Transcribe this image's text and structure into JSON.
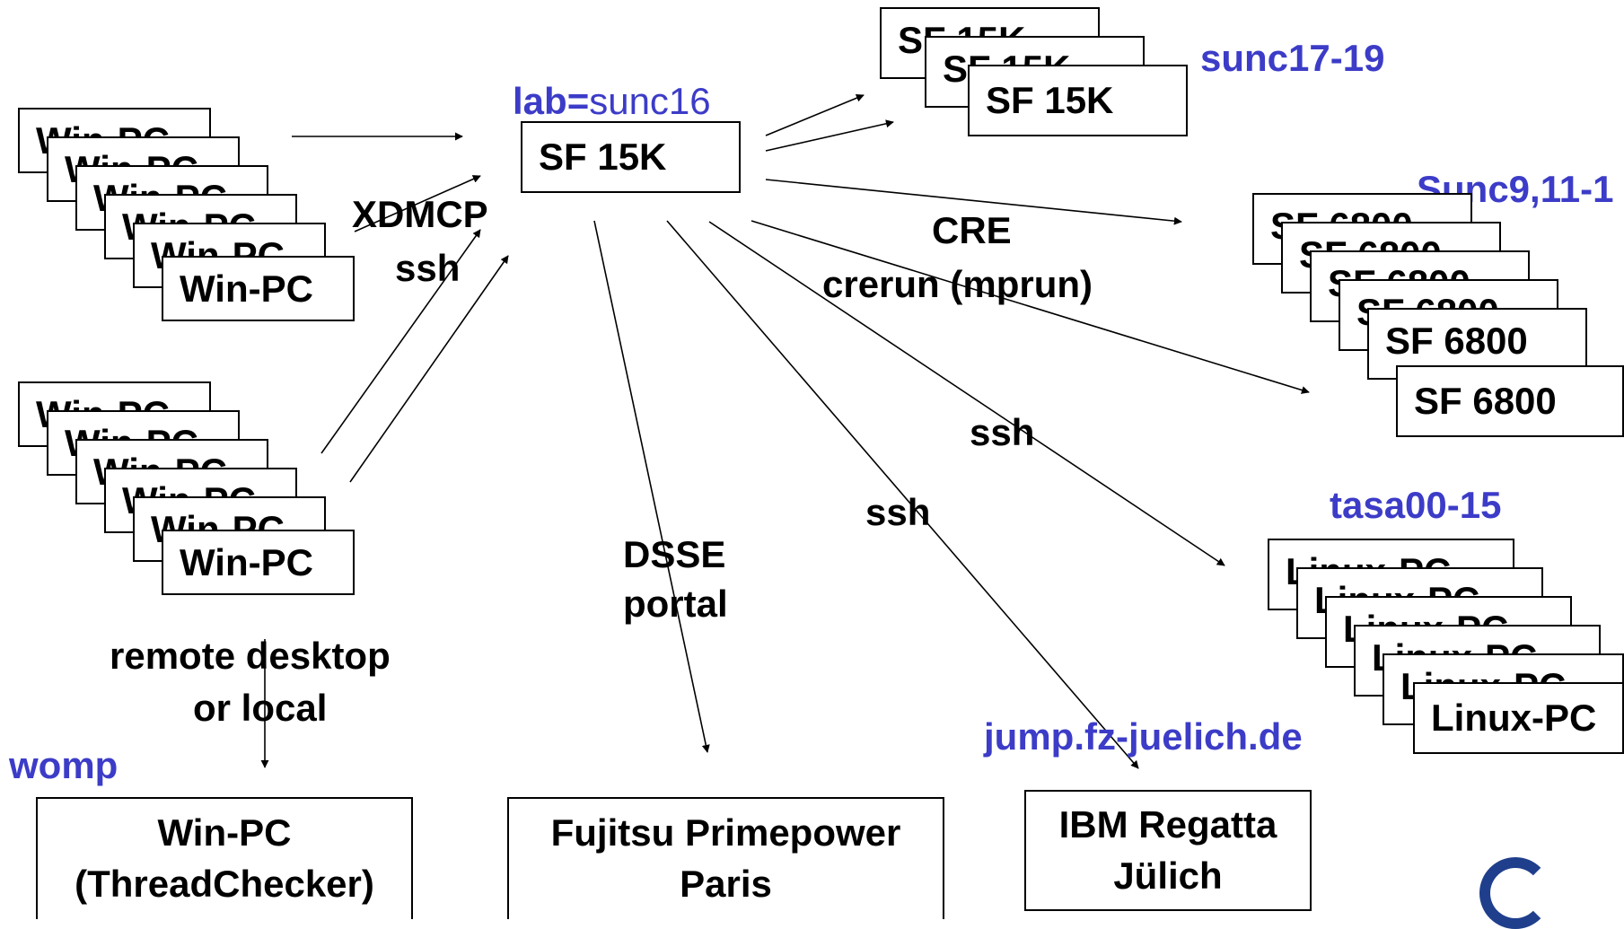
{
  "nodes": {
    "sf15k_main": "SF 15K",
    "sf15k_cluster": [
      "SF 15K",
      "SF 15K",
      "SF 15K"
    ],
    "sf6800_cluster": [
      "SF 6800",
      "SF 6800",
      "SF 6800",
      "SF 6800",
      "SF 6800",
      "SF 6800"
    ],
    "winpc_group_top": [
      "Win-PC",
      "Win-PC",
      "Win-PC",
      "Win-PC",
      "Win-PC",
      "Win-PC"
    ],
    "winpc_group_bottom": [
      "Win-PC",
      "Win-PC",
      "Win-PC",
      "Win-PC",
      "Win-PC",
      "Win-PC"
    ],
    "linux_cluster": [
      "Linux-PC",
      "Linux-PC",
      "Linux-PC",
      "Linux-PC",
      "Linux-PC",
      "Linux-PC"
    ],
    "winpc_threadchecker": [
      "Win-PC",
      "(ThreadChecker)"
    ],
    "fujitsu": [
      "Fujitsu Primepower",
      "Paris"
    ],
    "ibm": [
      "IBM Regatta",
      "Jülich"
    ]
  },
  "hostnames": {
    "lab_key": "lab",
    "lab_eq": "=",
    "lab_value": "sunc16",
    "sunc": "sunc17-19",
    "sunc9": "Sunc9,11-1",
    "tasa": "tasa00-15",
    "womp": "womp",
    "jump": "jump.fz-juelich.de"
  },
  "edge_labels": {
    "xdmcp": "XDMCP",
    "ssh_left": "ssh",
    "cre": "CRE",
    "crerun": "crerun (mprun)",
    "ssh_mid": "ssh",
    "ssh_low": "ssh",
    "dsse": "DSSE",
    "portal": "portal",
    "remote": "remote desktop",
    "orlocal": "or local"
  },
  "colors": {
    "hostname": "#3c3cc8",
    "line": "#000000",
    "logo": "#1f3f8c"
  }
}
